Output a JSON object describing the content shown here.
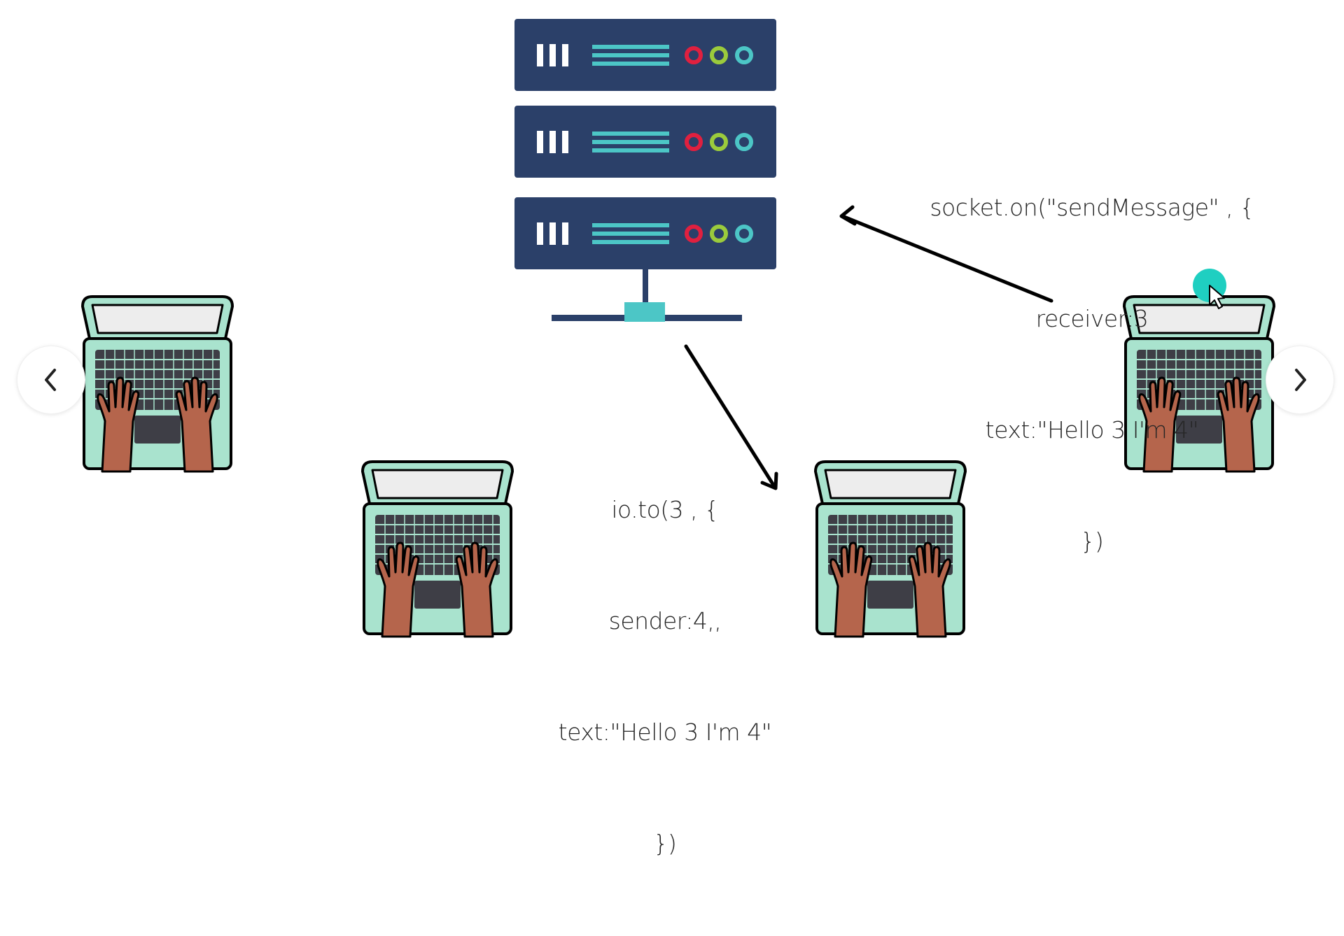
{
  "slide": {
    "code_send": {
      "lines": [
        "socket.on(\"sendMessage\" , {",
        "receiver:3",
        "text:\"Hello 3 I'm 4\"",
        "})"
      ]
    },
    "code_receive": {
      "lines": [
        "io.to(3 , {",
        "sender:4,,",
        "text:\"Hello 3 I'm 4\"",
        "})"
      ]
    }
  },
  "icons": {
    "server": "server-rack-icon",
    "laptop": "laptop-typing-icon",
    "prev": "chevron-left-icon",
    "next": "chevron-right-icon",
    "cursor": "mouse-pointer-icon"
  },
  "colors": {
    "server_body": "#2B4069",
    "server_stripe": "#4CC6C6",
    "led_red": "#E0203F",
    "led_green": "#9BCB3C",
    "led_teal": "#4CC6C6",
    "laptop_body": "#A9E3CE",
    "laptop_screen": "#EDEDED",
    "keyboard": "#3E3E46",
    "hand": "#B5654C",
    "arrow": "#000000",
    "cursor_highlight": "#1FCFC1"
  }
}
